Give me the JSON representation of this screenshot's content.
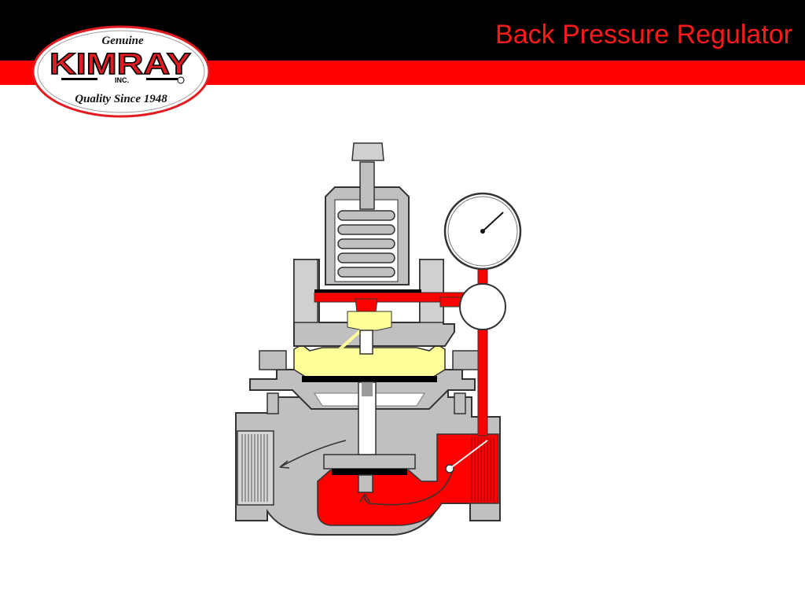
{
  "header": {
    "title": "Back Pressure Regulator"
  },
  "logo": {
    "top_text": "Genuine",
    "brand": "KIMRAY",
    "sub_mark": "INC.",
    "tagline": "Quality Since 1948"
  },
  "colors": {
    "bar_black": "#000000",
    "bar_red": "#ff0000",
    "title": "#ff1a1a",
    "body_gray": "#c0c0c0",
    "outline": "#333333",
    "process_red": "#ff0000",
    "pilot_yellow": "#ffff99"
  }
}
